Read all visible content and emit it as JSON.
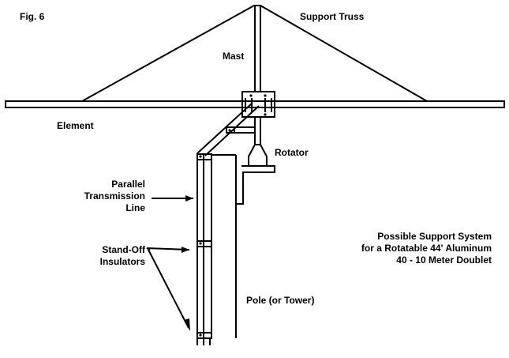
{
  "figure": {
    "fig_label": "Fig. 6",
    "caption_lines": [
      "Possible Support System",
      "for a Rotatable 44' Aluminum",
      "40 - 10 Meter Doublet"
    ]
  },
  "labels": {
    "support_truss": "Support Truss",
    "mast": "Mast",
    "element": "Element",
    "rotator": "Rotator",
    "transmission_line": [
      "Parallel",
      "Transmission",
      "Line"
    ],
    "insulators": [
      "Stand-Off",
      "Insulators"
    ],
    "pole": "Pole (or Tower)"
  },
  "colors": {
    "ink": "#000000",
    "paper": "#ffffff"
  }
}
